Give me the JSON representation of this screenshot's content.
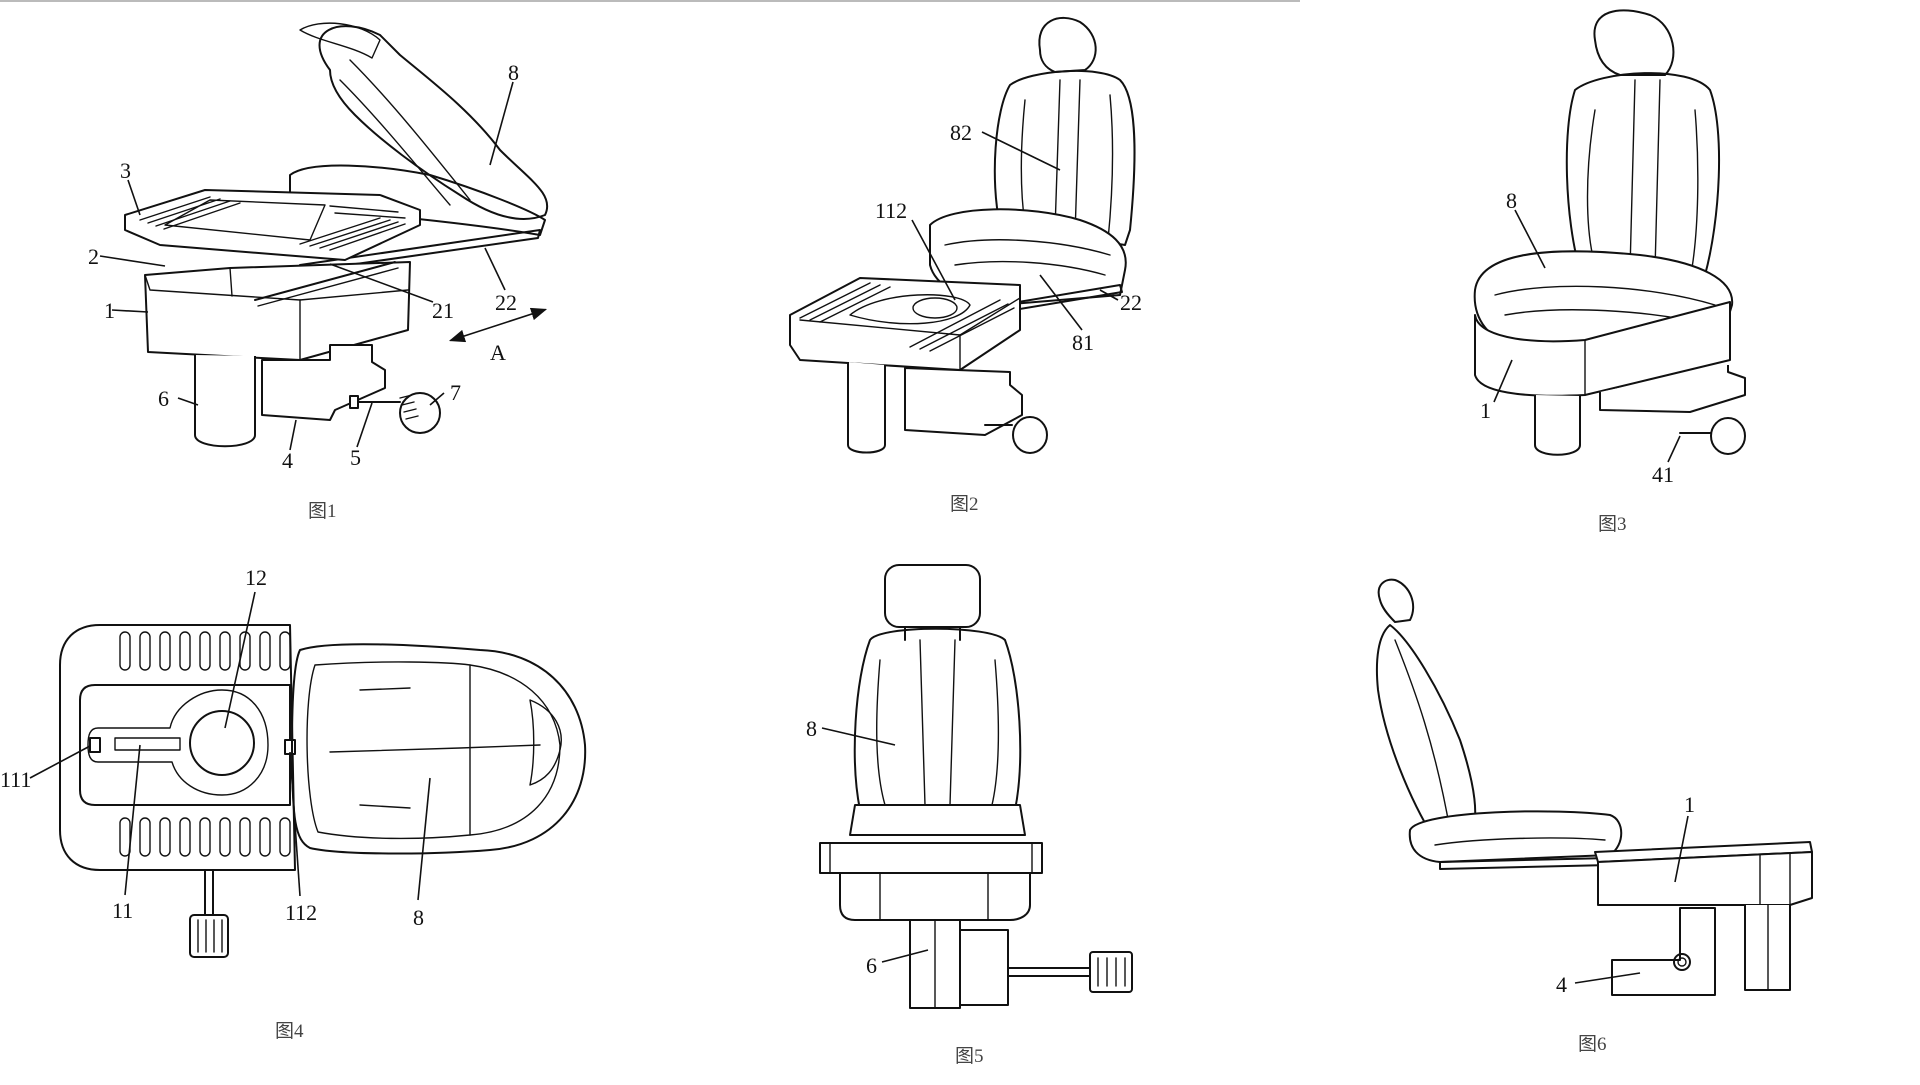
{
  "figures": [
    {
      "id": "fig1",
      "caption": "图1",
      "labels": [
        "8",
        "3",
        "2",
        "1",
        "21",
        "22",
        "A",
        "6",
        "4",
        "5",
        "7"
      ]
    },
    {
      "id": "fig2",
      "caption": "图2",
      "labels": [
        "82",
        "112",
        "22",
        "81"
      ]
    },
    {
      "id": "fig3",
      "caption": "图3",
      "labels": [
        "8",
        "1",
        "41"
      ]
    },
    {
      "id": "fig4",
      "caption": "图4",
      "labels": [
        "12",
        "111",
        "11",
        "112",
        "8"
      ]
    },
    {
      "id": "fig5",
      "caption": "图5",
      "labels": [
        "8",
        "6"
      ]
    },
    {
      "id": "fig6",
      "caption": "图6",
      "labels": [
        "1",
        "4"
      ]
    }
  ]
}
